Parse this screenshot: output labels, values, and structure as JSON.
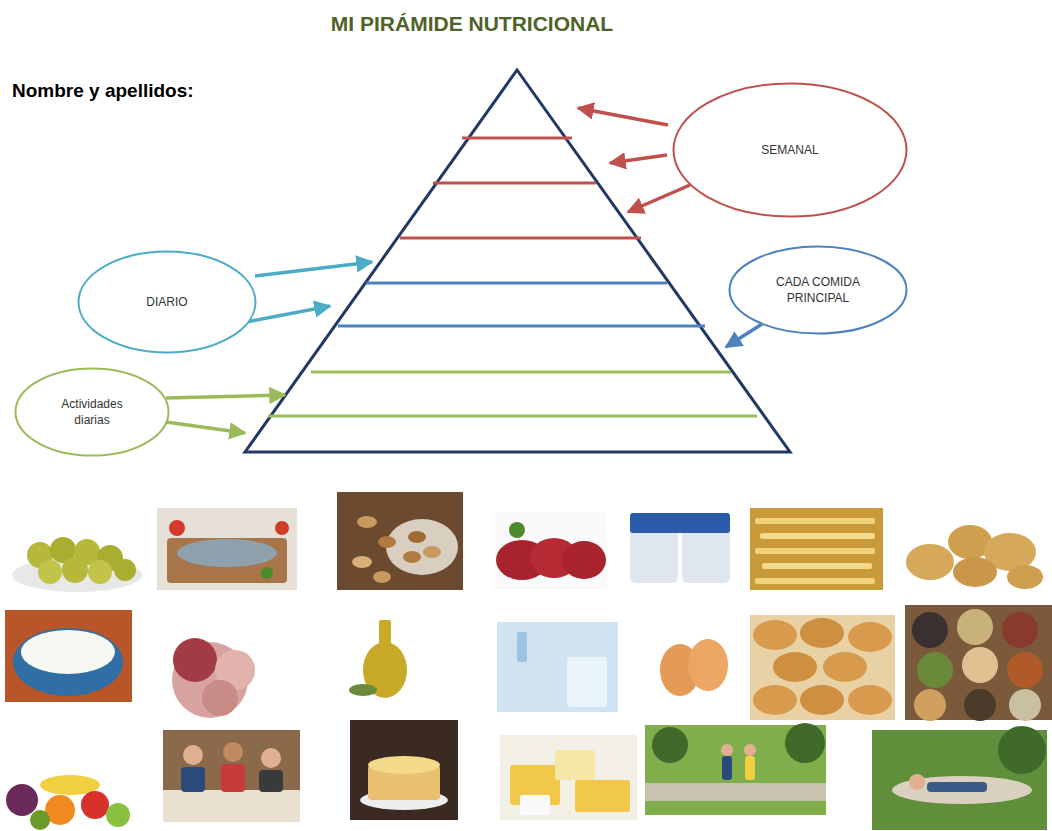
{
  "diagram": {
    "title": "MI PIRÁMIDE NUTRICIONAL",
    "nodes": [
      {
        "text": [
          "SEMANAL"
        ]
      },
      {
        "text": [
          "DIARIO"
        ]
      },
      {
        "text": [
          "CADA COMIDA PRINCIPAL"
        ]
      },
      {
        "text": [
          "Actividades diarias"
        ]
      }
    ],
    "labels": [
      "Nombre y apellidos:"
    ]
  }
}
